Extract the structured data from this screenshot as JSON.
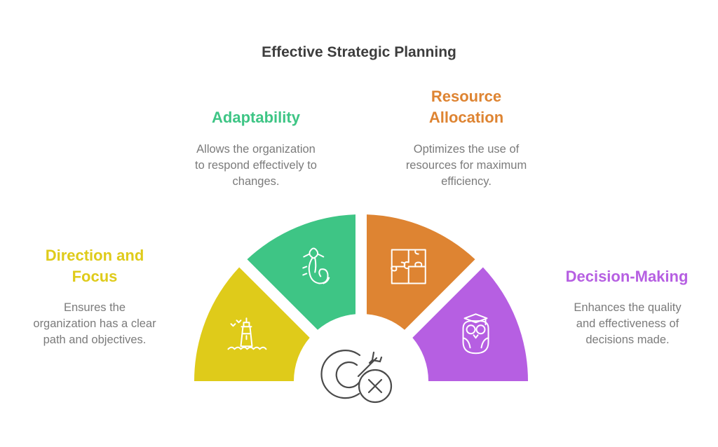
{
  "title": "Effective Strategic Planning",
  "colors": {
    "yellow": "#DFCB1A",
    "green": "#3EC585",
    "orange": "#DE8432",
    "purple": "#B65FE2",
    "icon": "#4a4a4a"
  },
  "items": [
    {
      "heading_line1": "Direction and",
      "heading_line2": "Focus",
      "description_line1": "Ensures the",
      "description_line2": "organization has a clear",
      "description_line3": "path and objectives.",
      "color": "#DFCB1A",
      "icon": "lighthouse-icon"
    },
    {
      "heading_line1": "Adaptability",
      "heading_line2": "",
      "description_line1": "Allows the organization",
      "description_line2": "to respond effectively to",
      "description_line3": "changes.",
      "color": "#3EC585",
      "icon": "salamander-icon"
    },
    {
      "heading_line1": "Resource",
      "heading_line2": "Allocation",
      "description_line1": "Optimizes the use of",
      "description_line2": "resources for maximum",
      "description_line3": "efficiency.",
      "color": "#DE8432",
      "icon": "puzzle-icon"
    },
    {
      "heading_line1": "Decision-Making",
      "heading_line2": "",
      "description_line1": "Enhances the quality",
      "description_line2": "and effectiveness of",
      "description_line3": "decisions made.",
      "color": "#B65FE2",
      "icon": "owl-icon"
    }
  ],
  "center_icon": "target-missed-icon"
}
